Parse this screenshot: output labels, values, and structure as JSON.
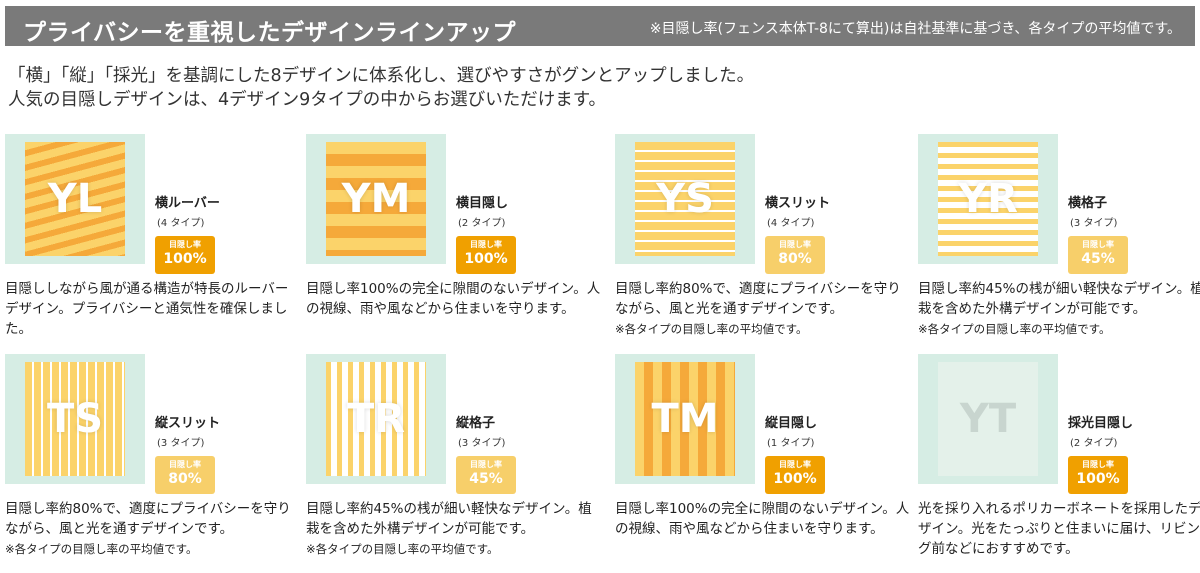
{
  "header": {
    "title": "プライバシーを重視したデザインラインアップ",
    "note": "※目隠し率(フェンス本体T-8にて算出)は自社基準に基づき、各タイプの平均値です。"
  },
  "intro": {
    "line1": "「横」「縦」「採光」を基調にした8デザインに体系化し、選びやすさがグンとアップしました。",
    "line2": "人気の目隠しデザインは、4デザイン9タイプの中からお選びいただけます。"
  },
  "badge_label": "目隠し率",
  "colors": {
    "header_bg": "#7a7a7a",
    "thumb_bg": "#d6ede4",
    "orange": "#f0a000",
    "light_orange": "#f7cf6a",
    "stripe_dark": "#f5a93a",
    "stripe_light": "#fbd36a"
  },
  "cards": [
    {
      "code": "YL",
      "name": "横ルーバー",
      "types": "(4 タイプ)",
      "rate": "100%",
      "desc": "目隠ししながら風が通る構造が特長のルーバーデザイン。プライバシーと通気性を確保しました。",
      "note": ""
    },
    {
      "code": "YM",
      "name": "横目隠し",
      "types": "(2 タイプ)",
      "rate": "100%",
      "desc": "目隠し率100%の完全に隙間のないデザイン。人の視線、雨や風などから住まいを守ります。",
      "note": ""
    },
    {
      "code": "YS",
      "name": "横スリット",
      "types": "(4 タイプ)",
      "rate": "80%",
      "desc": "目隠し率約80%で、適度にプライバシーを守りながら、風と光を通すデザインです。",
      "note": "※各タイプの目隠し率の平均値です。"
    },
    {
      "code": "YR",
      "name": "横格子",
      "types": "(3 タイプ)",
      "rate": "45%",
      "desc": "目隠し率約45%の桟が細い軽快なデザイン。植栽を含めた外構デザインが可能です。",
      "note": "※各タイプの目隠し率の平均値です。"
    },
    {
      "code": "TS",
      "name": "縦スリット",
      "types": "(3 タイプ)",
      "rate": "80%",
      "desc": "目隠し率約80%で、適度にプライバシーを守りながら、風と光を通すデザインです。",
      "note": "※各タイプの目隠し率の平均値です。"
    },
    {
      "code": "TR",
      "name": "縦格子",
      "types": "(3 タイプ)",
      "rate": "45%",
      "desc": "目隠し率約45%の桟が細い軽快なデザイン。植栽を含めた外構デザインが可能です。",
      "note": "※各タイプの目隠し率の平均値です。"
    },
    {
      "code": "TM",
      "name": "縦目隠し",
      "types": "(1 タイプ)",
      "rate": "100%",
      "desc": "目隠し率100%の完全に隙間のないデザイン。人の視線、雨や風などから住まいを守ります。",
      "note": ""
    },
    {
      "code": "YT",
      "name": "採光目隠し",
      "types": "(2 タイプ)",
      "rate": "100%",
      "desc": "光を採り入れるポリカーボネートを採用したデザイン。光をたっぷりと住まいに届け、リビング前などにおすすめです。",
      "note": ""
    }
  ]
}
